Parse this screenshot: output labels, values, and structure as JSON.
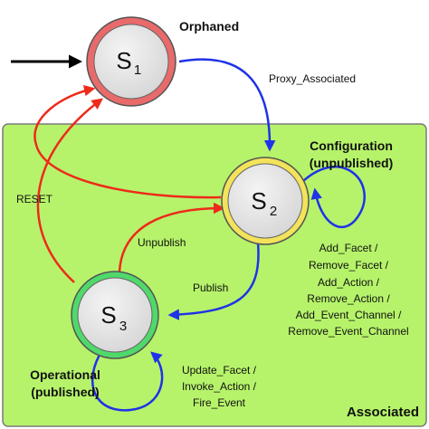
{
  "region": {
    "label": "Associated"
  },
  "states": {
    "s1": {
      "name": "S",
      "sub": "1",
      "caption": "Orphaned"
    },
    "s2": {
      "name": "S",
      "sub": "2",
      "caption_line1": "Configuration",
      "caption_line2": "(unpublished)"
    },
    "s3": {
      "name": "S",
      "sub": "3",
      "caption_line1": "Operational",
      "caption_line2": "(published)"
    }
  },
  "transitions": {
    "proxy_associated": "Proxy_Associated",
    "reset": "RESET",
    "unpublish": "Unpublish",
    "publish": "Publish",
    "s2_self": [
      "Add_Facet /",
      "Remove_Facet /",
      "Add_Action /",
      "Remove_Action /",
      "Add_Event_Channel /",
      "Remove_Event_Channel"
    ],
    "s3_self": [
      "Update_Facet /",
      "Invoke_Action /",
      "Fire_Event"
    ]
  },
  "colors": {
    "region_fill": "#b6f36a",
    "region_stroke": "#7a7a7a",
    "state_fill": "#e6e6e6",
    "s1_ring": "#e86a6a",
    "s2_ring": "#f3e35a",
    "s3_ring": "#4fd96a",
    "blue_arrow": "#1f33e8",
    "red_arrow": "#ee2a1a",
    "entry_arrow": "#000000"
  }
}
